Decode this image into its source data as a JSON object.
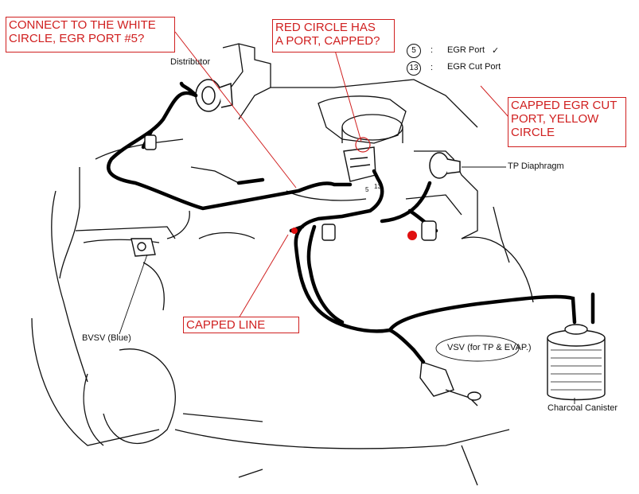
{
  "callouts": {
    "white_circle": {
      "lines": [
        "CONNECT TO THE WHITE",
        "CIRCLE, EGR PORT #5?"
      ]
    },
    "red_circle": {
      "lines": [
        "RED CIRCLE HAS",
        "A PORT, CAPPED?"
      ]
    },
    "capped_egr": {
      "lines": [
        "CAPPED EGR CUT",
        "PORT, YELLOW",
        "CIRCLE"
      ]
    },
    "capped_line": {
      "lines": [
        "CAPPED LINE"
      ]
    }
  },
  "legend": [
    {
      "number": "5",
      "label": "EGR Port"
    },
    {
      "number": "13",
      "label": "EGR Cut Port"
    }
  ],
  "labels": {
    "distributor": "Distributor",
    "tp_diaphragm": "TP Diaphragm",
    "bvsv": "BVSV (Blue)",
    "vsv": "VSV (for TP & EVAP.)",
    "charcoal_canister": "Charcoal Canister",
    "port_5": "5",
    "port_13": "13"
  },
  "colors": {
    "annotation": "#d02020",
    "line_art": "#111111",
    "hose": "#000000",
    "cap_red": "#e01010"
  }
}
